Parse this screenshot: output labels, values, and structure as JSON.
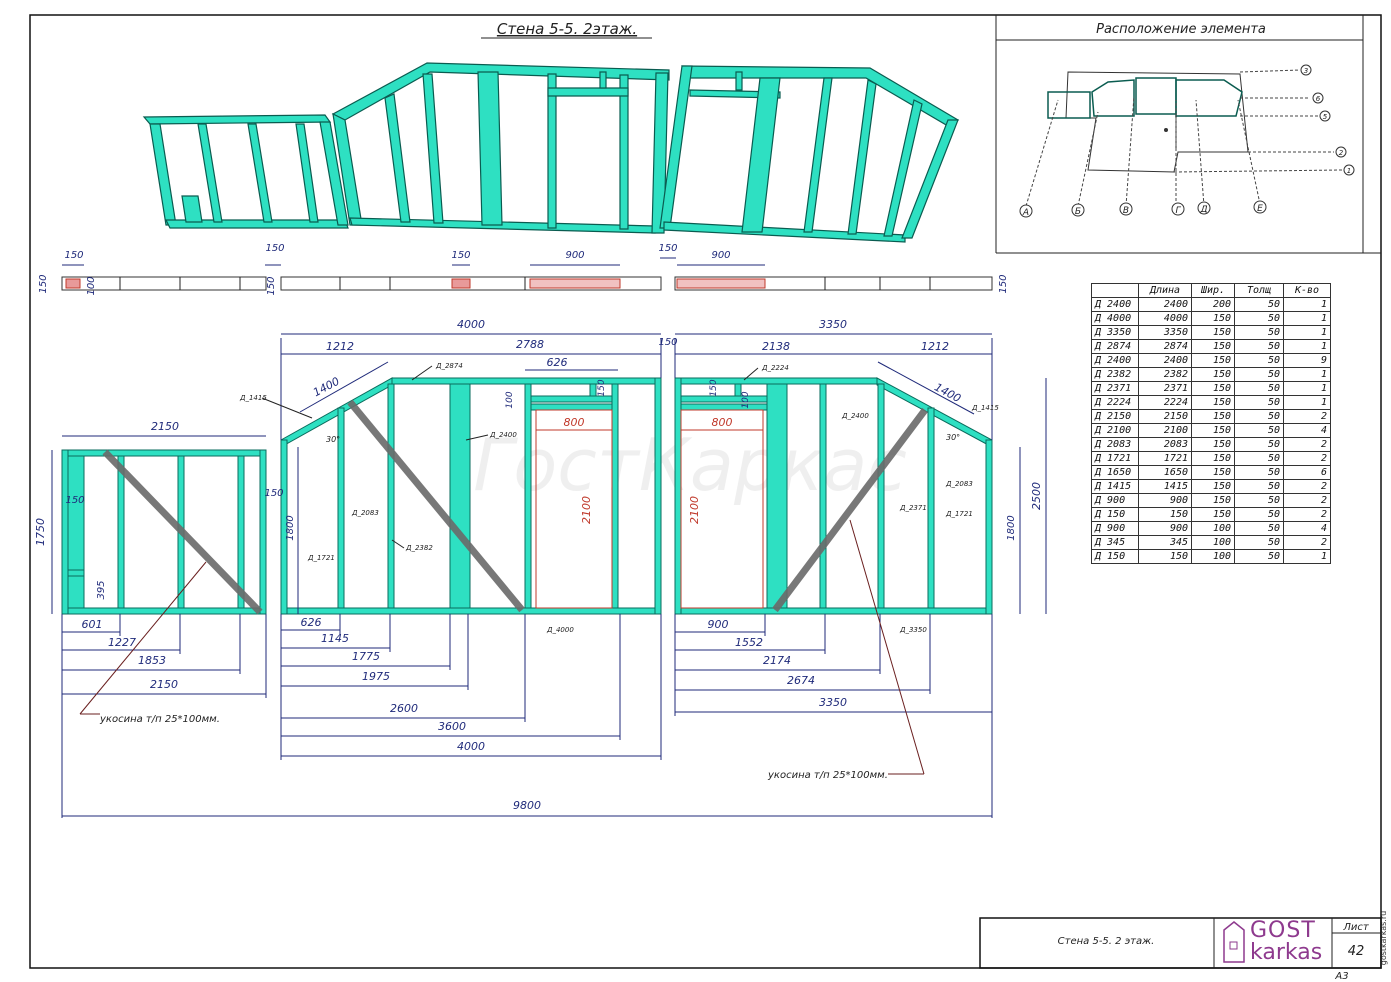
{
  "title": "Стена 5-5.   2этаж.",
  "location_title": "Расположение элемента",
  "watermark": "ГостКаркас",
  "axis_letters": [
    "А",
    "Б",
    "В",
    "Г",
    "Д",
    "Е"
  ],
  "axis_numbers": [
    "3",
    "6",
    "5",
    "2",
    "1"
  ],
  "brace_note": "укосина т/п 25*100мм.",
  "strip_dims": [
    "150",
    "150",
    "150",
    "900",
    "150",
    "900",
    "150",
    "150",
    "100",
    "150"
  ],
  "top_dims": {
    "d4000": "4000",
    "d1212a": "1212",
    "d2788": "2788",
    "d626": "626",
    "d150a": "150",
    "d3350": "3350",
    "d2138": "2138",
    "d1212b": "1212",
    "d1400a": "1400",
    "d1400b": "1400",
    "d2150": "2150",
    "d1750": "1750",
    "d1800a": "1800",
    "d1800b": "1800",
    "d2500": "2500",
    "d150b": "150",
    "d150c": "150",
    "d395": "395",
    "d100a": "100",
    "d150d": "150",
    "d100b": "100",
    "d150e": "150"
  },
  "red_dims": {
    "w800a": "800",
    "h2100a": "2100",
    "w800b": "800",
    "h2100b": "2100"
  },
  "angles": {
    "a1": "30°",
    "a2": "30°"
  },
  "bottom_dims_left": [
    "601",
    "1227",
    "1853",
    "2150"
  ],
  "bottom_dims_mid": [
    "626",
    "1145",
    "1775",
    "1975",
    "2600",
    "3600",
    "4000"
  ],
  "bottom_dims_right": [
    "900",
    "1552",
    "2174",
    "2674",
    "3350"
  ],
  "total_dim": "9800",
  "part_labels": {
    "p1415a": "Д_1415",
    "p2874": "Д_2874",
    "p2400a": "Д_2400",
    "p2083a": "Д_2083",
    "p2382": "Д_2382",
    "p1721a": "Д_1721",
    "p4000": "Д_4000",
    "p2224": "Д_2224",
    "p2400b": "Д_2400",
    "p2083b": "Д_2083",
    "p2371": "Д_2371",
    "p1721b": "Д_1721",
    "p1415b": "Д_1415",
    "p3350": "Д_3350"
  },
  "bom": {
    "headers": [
      "",
      "Длина",
      "Шир.",
      "Толщ",
      "К-во"
    ],
    "rows": [
      [
        "Д  2400",
        "2400",
        "200",
        "50",
        "1"
      ],
      [
        "Д  4000",
        "4000",
        "150",
        "50",
        "1"
      ],
      [
        "Д  3350",
        "3350",
        "150",
        "50",
        "1"
      ],
      [
        "Д  2874",
        "2874",
        "150",
        "50",
        "1"
      ],
      [
        "Д  2400",
        "2400",
        "150",
        "50",
        "9"
      ],
      [
        "Д  2382",
        "2382",
        "150",
        "50",
        "1"
      ],
      [
        "Д  2371",
        "2371",
        "150",
        "50",
        "1"
      ],
      [
        "Д  2224",
        "2224",
        "150",
        "50",
        "1"
      ],
      [
        "Д  2150",
        "2150",
        "150",
        "50",
        "2"
      ],
      [
        "Д  2100",
        "2100",
        "150",
        "50",
        "4"
      ],
      [
        "Д  2083",
        "2083",
        "150",
        "50",
        "2"
      ],
      [
        "Д  1721",
        "1721",
        "150",
        "50",
        "2"
      ],
      [
        "Д  1650",
        "1650",
        "150",
        "50",
        "6"
      ],
      [
        "Д  1415",
        "1415",
        "150",
        "50",
        "2"
      ],
      [
        "Д  900",
        "900",
        "150",
        "50",
        "2"
      ],
      [
        "Д  150",
        "150",
        "150",
        "50",
        "2"
      ],
      [
        "Д  900",
        "900",
        "100",
        "50",
        "4"
      ],
      [
        "Д  345",
        "345",
        "100",
        "50",
        "2"
      ],
      [
        "Д  150",
        "150",
        "100",
        "50",
        "1"
      ]
    ]
  },
  "stamp": {
    "title": "Стена 5-5.   2 этаж.",
    "sheet_label": "Лист",
    "sheet_number": "42",
    "format": "А3",
    "logo_top": "GOST",
    "logo_bottom": "karkas",
    "site": "gostkarkas.ru"
  },
  "colors": {
    "stud": "#2ee0c2",
    "dim": "#1f2a7a",
    "red": "#c0392b",
    "logo": "#8e3a8e"
  }
}
